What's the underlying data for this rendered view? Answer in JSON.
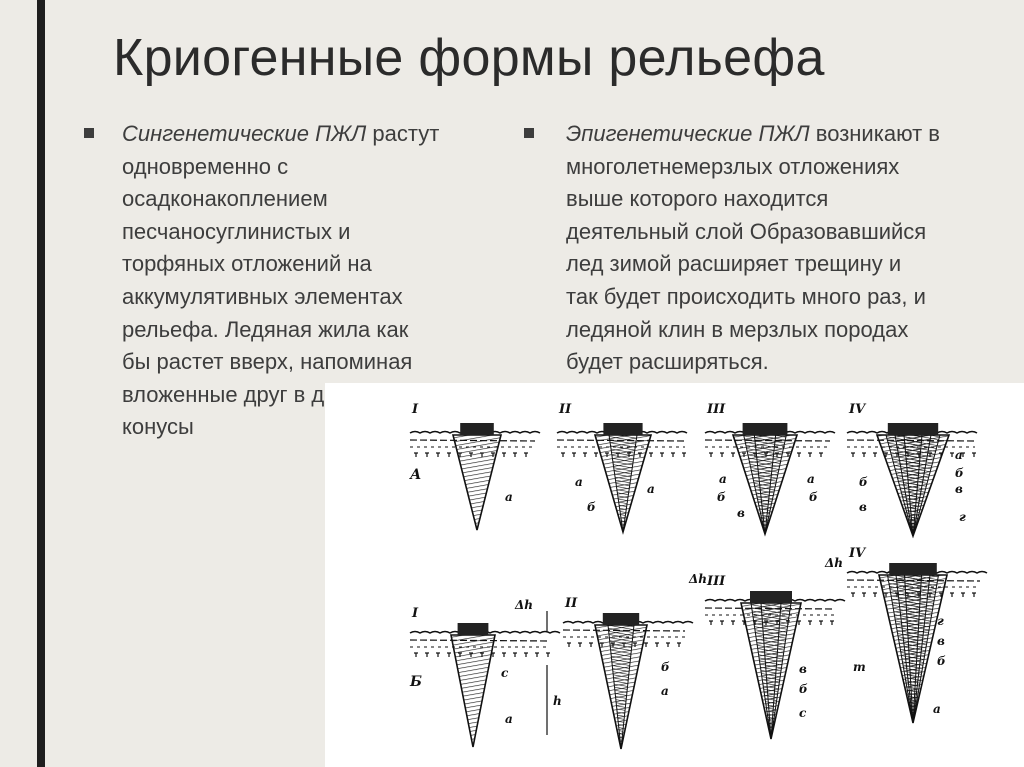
{
  "slide": {
    "title": "Криогенные формы рельефа",
    "bullets": [
      {
        "italic": "Сингенетические ПЖЛ",
        "rest": " растут\nодновременно с\nосадконакоплением\nпесчаносуглинистых и\nторфяных отложений на\nаккумулятивных элементах\nрельефа. Ледяная жила как\nбы растет вверх, напоминая\nвложенные друг в друга\nконусы"
      },
      {
        "italic": "Эпигенетические ПЖЛ",
        "rest": " возникают в\nмноголетнемерзлых отложениях\nвыше которого находится\nдеятельный слой Образовавшийся\nлед зимой  расширяет трещину и\nтак будет происходить много раз, и\nледяной клин в мерзлых породах\nбудет расширяться."
      }
    ]
  },
  "figure": {
    "rowA": {
      "label": "А",
      "stages": [
        {
          "numeral": "I",
          "labels": [
            "а"
          ]
        },
        {
          "numeral": "II",
          "labels": [
            "а",
            "а",
            "б"
          ]
        },
        {
          "numeral": "III",
          "labels": [
            "а",
            "а",
            "б",
            "б",
            "в"
          ]
        },
        {
          "numeral": "IV",
          "labels": [
            "а",
            "б",
            "в",
            "в",
            "б",
            "г"
          ]
        }
      ]
    },
    "rowB": {
      "label": "Б",
      "stages": [
        {
          "numeral": "I",
          "labels": [
            "Δh",
            "c",
            "h",
            "a"
          ]
        },
        {
          "numeral": "II",
          "labels": [
            "б",
            "а"
          ]
        },
        {
          "numeral": "III",
          "labels": [
            "Δh",
            "в",
            "б",
            "с"
          ]
        },
        {
          "numeral": "IV",
          "labels": [
            "Δh",
            "г",
            "в",
            "б",
            "m",
            "а"
          ]
        }
      ]
    }
  }
}
